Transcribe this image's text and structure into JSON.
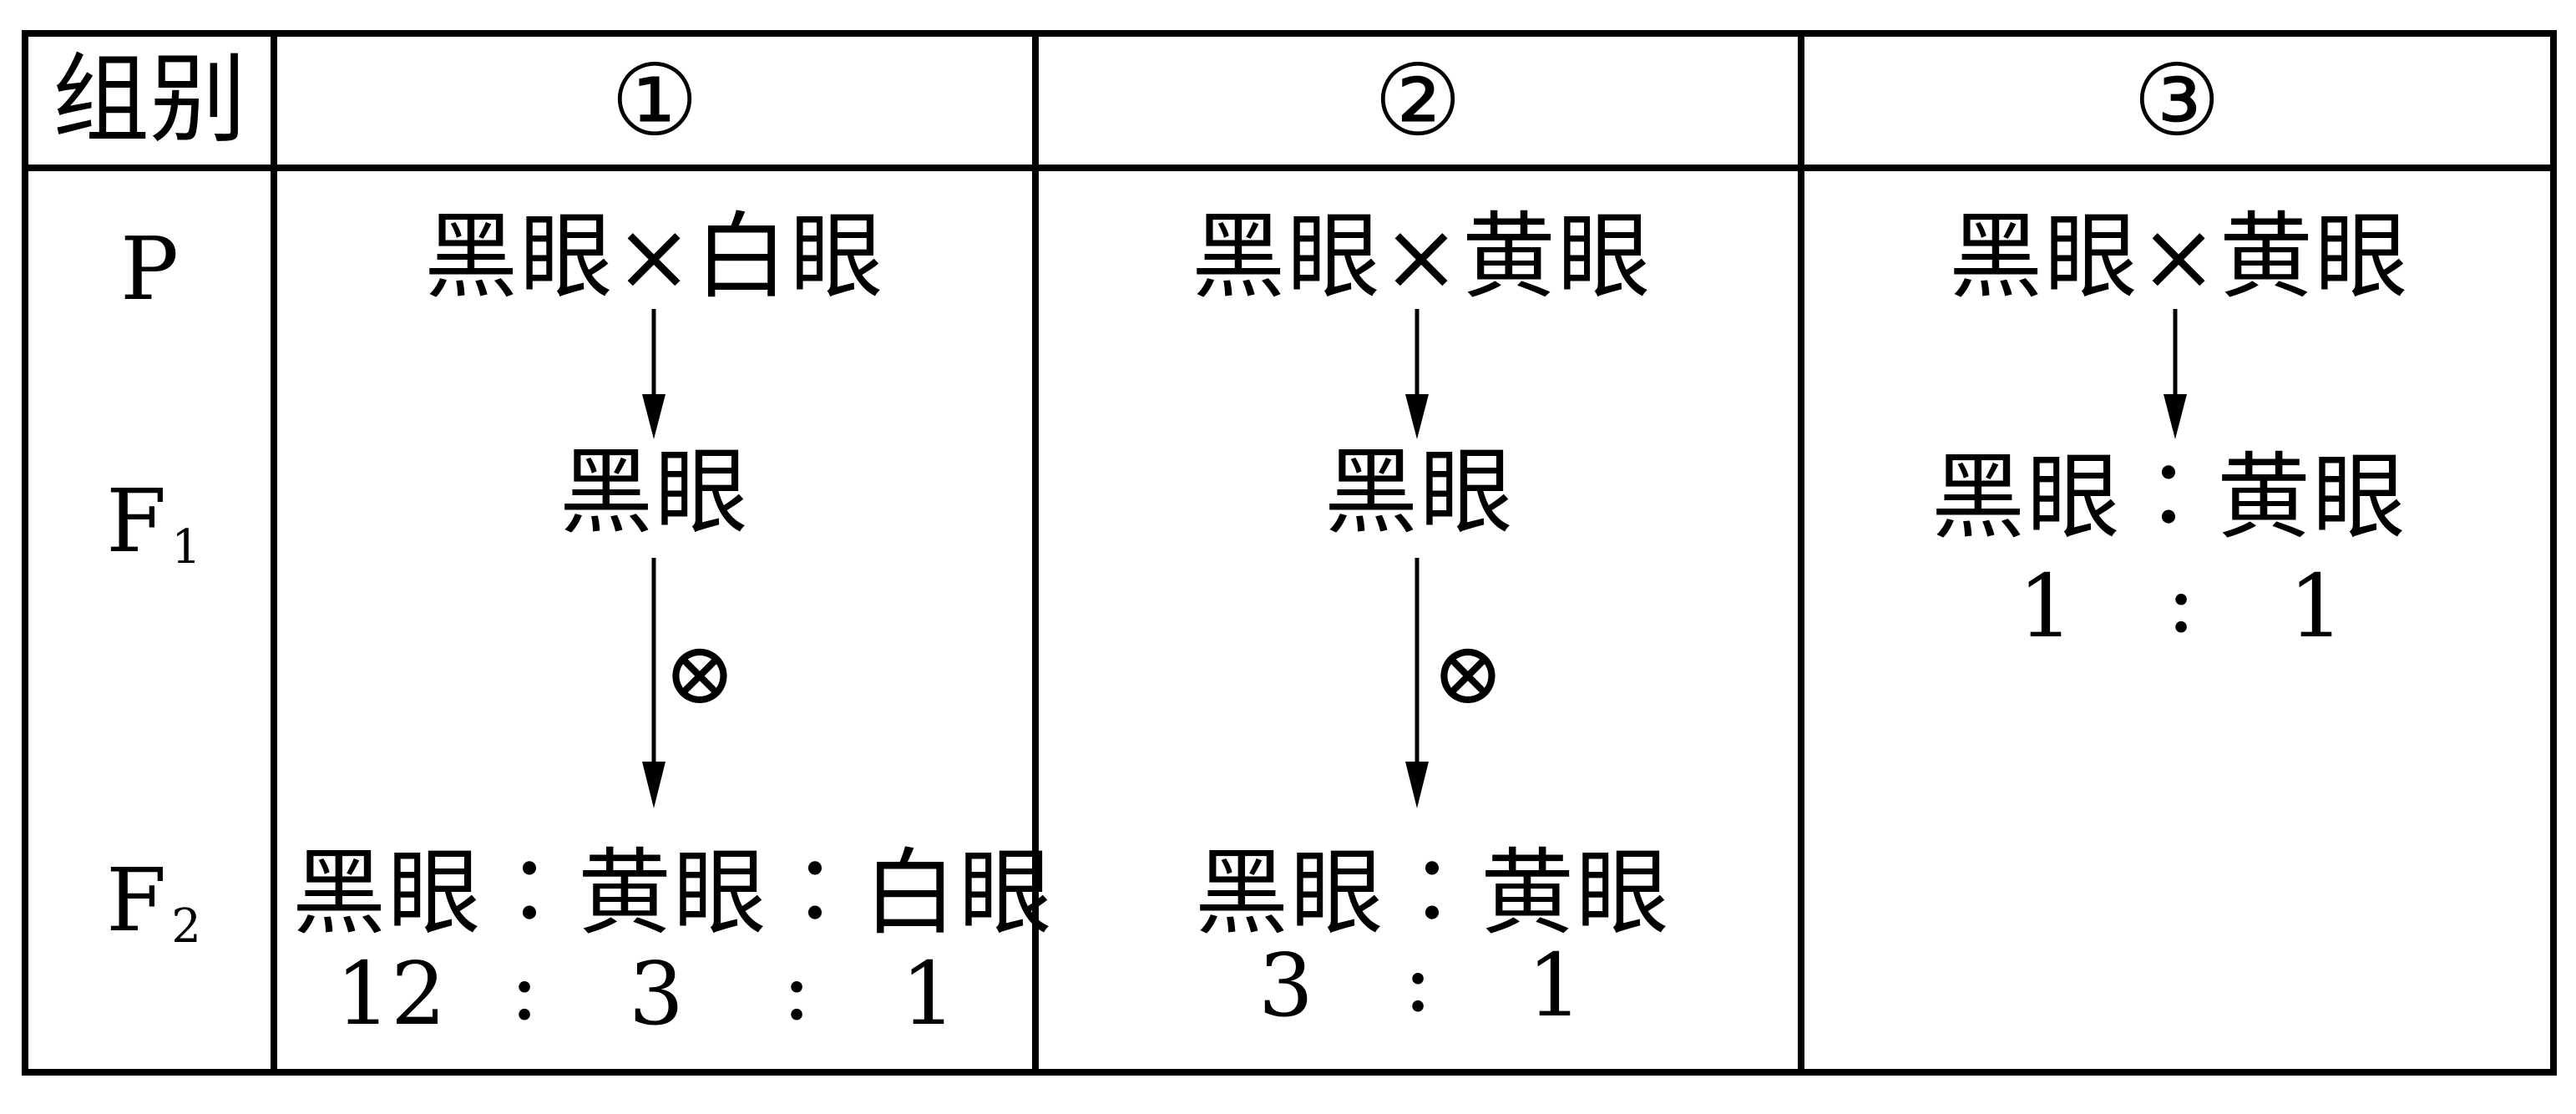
{
  "header": {
    "group_label": "组别",
    "col1": "①",
    "col2": "②",
    "col3": "③"
  },
  "rows": {
    "p": "P",
    "f1": {
      "base": "F",
      "sub": "1"
    },
    "f2": {
      "base": "F",
      "sub": "2"
    }
  },
  "col1": {
    "p": "黑眼×白眼",
    "f1": "黑眼",
    "self_symbol": "⊗",
    "f2": "黑眼∶黄眼∶白眼",
    "ratio": [
      "12",
      ":",
      "3",
      ":",
      "1"
    ]
  },
  "col2": {
    "p": "黑眼×黄眼",
    "f1": "黑眼",
    "self_symbol": "⊗",
    "f2": "黑眼∶黄眼",
    "ratio": [
      "3",
      ":",
      "1"
    ]
  },
  "col3": {
    "p": "黑眼×黄眼",
    "f1": "黑眼∶黄眼",
    "ratio": [
      "1",
      ":",
      "1"
    ]
  }
}
